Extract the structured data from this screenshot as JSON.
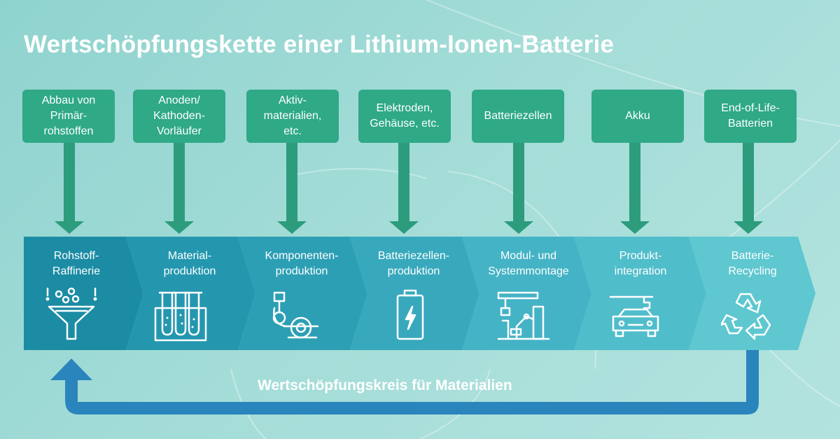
{
  "title": "Wertschöpfungskette einer Lithium-Ionen-Batterie",
  "inputs": [
    "Abbau von\nPrimär-\nrohstoffen",
    "Anoden/\nKathoden-\nVorläufer",
    "Aktiv-\nmaterialien,\netc.",
    "Elektroden,\nGehäuse, etc.",
    "Batteriezellen",
    "Akku",
    "End-of-Life-\nBatterien"
  ],
  "stages": [
    {
      "label": "Rohstoff-\nRaffinerie",
      "icon": "funnel-icon"
    },
    {
      "label": "Material-\nproduktion",
      "icon": "test-tubes-icon"
    },
    {
      "label": "Komponenten-\nproduktion",
      "icon": "component-machine-icon"
    },
    {
      "label": "Batteriezellen-\nproduktion",
      "icon": "battery-icon"
    },
    {
      "label": "Modul- und\nSystemmontage",
      "icon": "robot-assembly-icon"
    },
    {
      "label": "Produkt-\nintegration",
      "icon": "car-integration-icon"
    },
    {
      "label": "Batterie-\nRecycling",
      "icon": "recycling-icon"
    }
  ],
  "loop_label": "Wertschöpfungskreis für Materialien",
  "colors": {
    "input_box": "#2fa986",
    "down_arrow": "#2c9c7c",
    "stages": [
      "#1b8ca4",
      "#2497af",
      "#2d9fb5",
      "#38a9bd",
      "#44b3c5",
      "#50bdcb",
      "#5ec7d0"
    ],
    "loop_arrow": "#2a85bc"
  }
}
